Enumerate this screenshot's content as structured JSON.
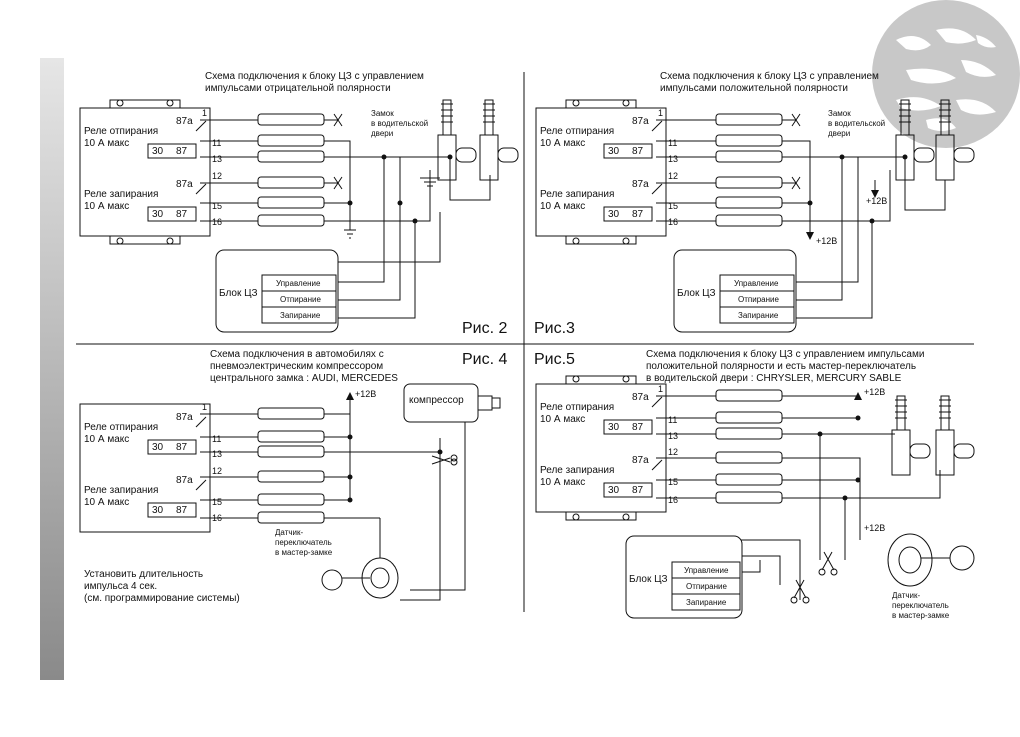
{
  "fig2": {
    "title": "Схема подключения к блоку ЦЗ с управлением",
    "title2": "импульсами отрицательной полярности",
    "caption": "Рис. 2",
    "lock_label": [
      "Замок",
      "в водительской",
      "двери"
    ]
  },
  "fig3": {
    "title": "Схема подключения к блоку ЦЗ с управлением",
    "title2": "импульсами положительной полярности",
    "caption": "Рис.3",
    "lock_label": [
      "Замок",
      "в водительской",
      "двери"
    ],
    "plus12_a": "+12В",
    "plus12_b": "+12В"
  },
  "fig4": {
    "title": [
      "Схема подключения в автомобилях с",
      "пневмоэлектрическим компрессором",
      "центрального замка : AUDI, MERCEDES"
    ],
    "caption": "Рис. 4",
    "compressor": "компрессор",
    "plus12": "+12В",
    "sensor": [
      "Датчик-",
      "переключатель",
      "в мастер-замке"
    ],
    "note": [
      "Установить длительность",
      "импульса 4 сек.",
      "(см. программирование системы)"
    ]
  },
  "fig5": {
    "caption": "Рис.5",
    "title": [
      "Схема подключения к блоку ЦЗ с управлением импульсами",
      "положительной полярности и есть мастер-переключатель",
      "в водительской двери : CHRYSLER, MERCURY SABLE"
    ],
    "plus12_a": "+12В",
    "plus12_b": "+12В",
    "sensor": [
      "Датчик-",
      "переключатель",
      "в мастер-замке"
    ]
  },
  "relay": {
    "unlock": [
      "Реле отпирания",
      "10 А макс"
    ],
    "lock": [
      "Реле запирания",
      "10 А макс"
    ],
    "pins": [
      "87a",
      "30",
      "87"
    ],
    "wires": [
      "1",
      "11",
      "13",
      "12",
      "15",
      "16"
    ]
  },
  "cz_block": {
    "label": "Блок ЦЗ",
    "rows": [
      "Управление",
      "Отпирание",
      "Запирание"
    ]
  }
}
